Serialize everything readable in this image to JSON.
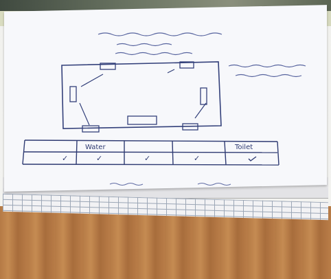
{
  "photo": {
    "subject": "handwritten sheet with a rectangular layout sketch and a small table",
    "table_header": [
      "",
      "Water",
      "",
      "",
      "Toilet"
    ],
    "table_row": [
      "",
      "✓",
      "✓",
      "✓",
      "✓"
    ],
    "colors": {
      "paper": "#f7f8fb",
      "ink": "#3a4a8a",
      "wood": "#b57a45"
    }
  }
}
